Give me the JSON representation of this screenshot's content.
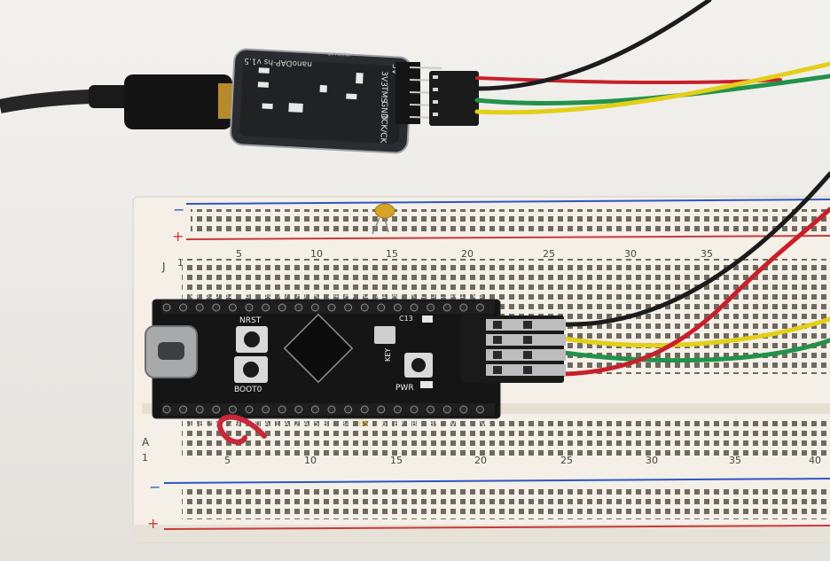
{
  "debugger": {
    "name": "nanoDAP-hs v1.5",
    "brand": "MUSE LAB",
    "pins": [
      "5V",
      "3V3",
      "TMS",
      "GND",
      "TCK/CK"
    ]
  },
  "board": {
    "top_pins": [
      "5V",
      "G",
      "V3",
      "B10",
      "B2",
      "B1",
      "B0",
      "A7",
      "A6",
      "A5",
      "A4",
      "A3",
      "A2",
      "A1",
      "A0",
      "R",
      "C15",
      "C14",
      "C13",
      "VB"
    ],
    "bottom_pins": [
      "B12",
      "B13",
      "B14",
      "B15",
      "A8",
      "A9",
      "A10",
      "A11",
      "A12",
      "A15",
      "B3",
      "B4",
      "B5",
      "B6",
      "B7",
      "B8",
      "B9",
      "5V",
      "G",
      "3V3"
    ],
    "labels": {
      "nrst": "NRST",
      "boot0": "BOOT0",
      "key": "KEY",
      "pwr": "PWR",
      "c13": "C13"
    }
  },
  "breadboard": {
    "row_top": "J",
    "row_bottom": "A",
    "row_top_num": "1",
    "row_bottom_num": "1",
    "rail_minus": "−",
    "rail_plus": "+",
    "top_numbers": [
      "5",
      "10",
      "15",
      "20",
      "25",
      "30",
      "35"
    ],
    "bottom_numbers": [
      "5",
      "10",
      "15",
      "20",
      "25",
      "30",
      "35",
      "40"
    ]
  },
  "colors": {
    "wire_black": "#1c1c1c",
    "wire_red": "#c8202a",
    "wire_yellow": "#e3cf1a",
    "wire_green": "#22924a",
    "breadboard": "#f3efe6",
    "board_pcb": "#151515"
  }
}
